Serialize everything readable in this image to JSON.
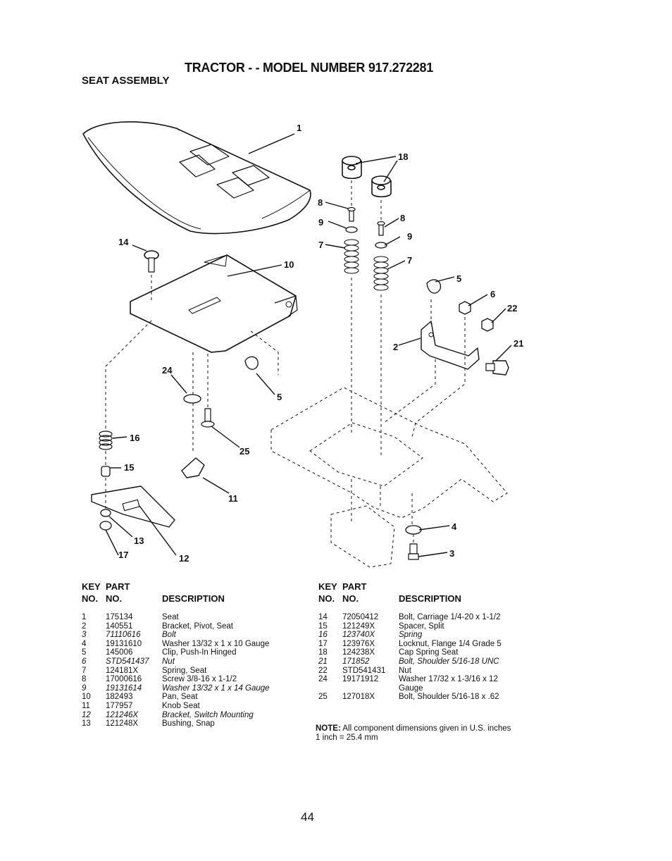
{
  "header": {
    "title": "TRACTOR - - MODEL NUMBER 917.272281",
    "subtitle": "SEAT ASSEMBLY"
  },
  "callouts": [
    "1",
    "14",
    "10",
    "24",
    "5",
    "16",
    "25",
    "15",
    "11",
    "13",
    "17",
    "12",
    "18",
    "8",
    "9",
    "7",
    "8",
    "9",
    "7",
    "5",
    "6",
    "22",
    "2",
    "21",
    "4",
    "3"
  ],
  "table_headers": {
    "key": "KEY",
    "no1": "NO.",
    "part": "PART",
    "no2": "NO.",
    "description": "DESCRIPTION"
  },
  "parts_left": [
    {
      "key": "1",
      "part": "175134",
      "desc": "Seat",
      "italic": false
    },
    {
      "key": "2",
      "part": "140551",
      "desc": "Bracket, Pivot, Seat",
      "italic": false
    },
    {
      "key": "3",
      "part": "71110616",
      "desc": "Bolt",
      "italic": true
    },
    {
      "key": "4",
      "part": "19131610",
      "desc": "Washer 13/32 x 1 x 10 Gauge",
      "italic": false
    },
    {
      "key": "5",
      "part": "145006",
      "desc": "Clip, Push-In Hinged",
      "italic": false
    },
    {
      "key": "6",
      "part": "STD541437",
      "desc": "Nut",
      "italic": true
    },
    {
      "key": "7",
      "part": "124181X",
      "desc": "Spring, Seat",
      "italic": false
    },
    {
      "key": "8",
      "part": "17000616",
      "desc": "Screw 3/8-16 x 1-1/2",
      "italic": false
    },
    {
      "key": "9",
      "part": "19131614",
      "desc": "Washer 13/32 x 1 x 14 Gauge",
      "italic": true
    },
    {
      "key": "10",
      "part": "182493",
      "desc": "Pan, Seat",
      "italic": false
    },
    {
      "key": "11",
      "part": "177957",
      "desc": "Knob Seat",
      "italic": false
    },
    {
      "key": "12",
      "part": "121246X",
      "desc": "Bracket, Switch Mounting",
      "italic": true
    },
    {
      "key": "13",
      "part": "121248X",
      "desc": "Bushing, Snap",
      "italic": false
    }
  ],
  "parts_right": [
    {
      "key": "14",
      "part": "72050412",
      "desc": "Bolt, Carriage 1/4-20 x 1-1/2",
      "italic": false
    },
    {
      "key": "15",
      "part": "121249X",
      "desc": "Spacer, Split",
      "italic": false
    },
    {
      "key": "16",
      "part": "123740X",
      "desc": "Spring",
      "italic": true
    },
    {
      "key": "17",
      "part": "123976X",
      "desc": "Locknut, Flange 1/4 Grade 5",
      "italic": false
    },
    {
      "key": "18",
      "part": "124238X",
      "desc": "Cap Spring Seat",
      "italic": false
    },
    {
      "key": "21",
      "part": "171852",
      "desc": "Bolt, Shoulder 5/16-18 UNC",
      "italic": true
    },
    {
      "key": "22",
      "part": "STD541431",
      "desc": "Nut",
      "italic": false
    },
    {
      "key": "24",
      "part": "19171912",
      "desc": "Washer 17/32 x 1-3/16 x 12",
      "italic": false
    },
    {
      "key": "",
      "part": "",
      "desc": "Gauge",
      "italic": false
    },
    {
      "key": "25",
      "part": "127018X",
      "desc": "Bolt, Shoulder 5/16-18 x .62",
      "italic": false
    }
  ],
  "note": {
    "label": "NOTE:",
    "text": "All component dimensions given in U.S. inches",
    "line2": "1 inch = 25.4 mm"
  },
  "page_number": "44"
}
